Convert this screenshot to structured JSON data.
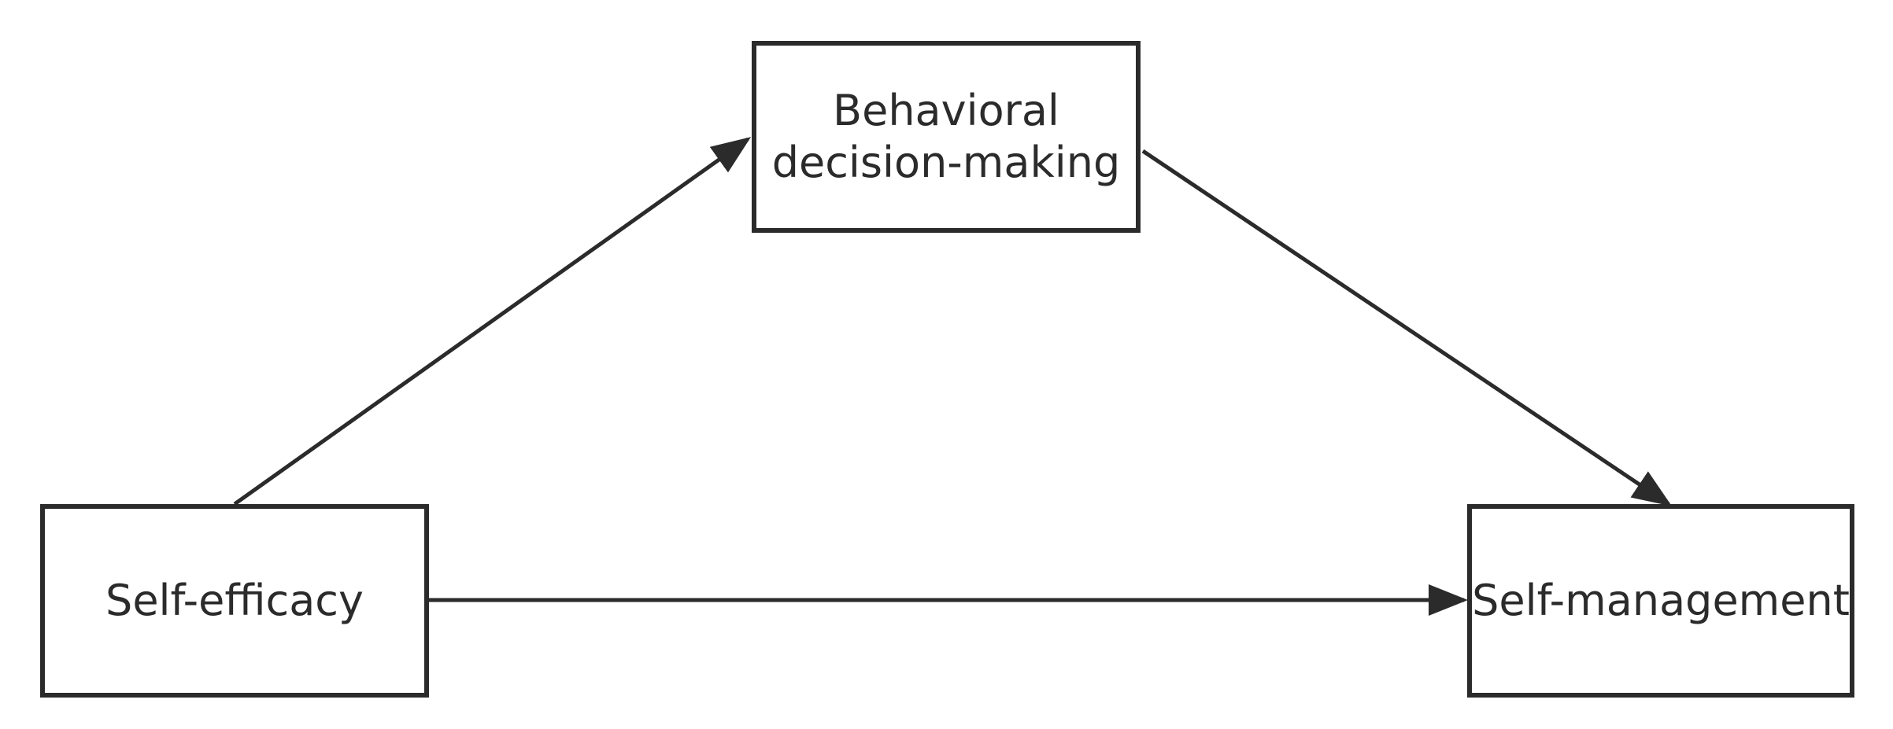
{
  "diagram": {
    "nodes": {
      "mediator": {
        "line1": "Behavioral",
        "line2": "decision-making"
      },
      "predictor": {
        "label": "Self-efficacy"
      },
      "outcome": {
        "label": "Self-management"
      }
    },
    "edges": [
      {
        "from": "Self-efficacy",
        "to": "Behavioral decision-making"
      },
      {
        "from": "Behavioral decision-making",
        "to": "Self-management"
      },
      {
        "from": "Self-efficacy",
        "to": "Self-management"
      }
    ],
    "colors": {
      "stroke": "#2b2b2b",
      "background": "#ffffff"
    }
  }
}
